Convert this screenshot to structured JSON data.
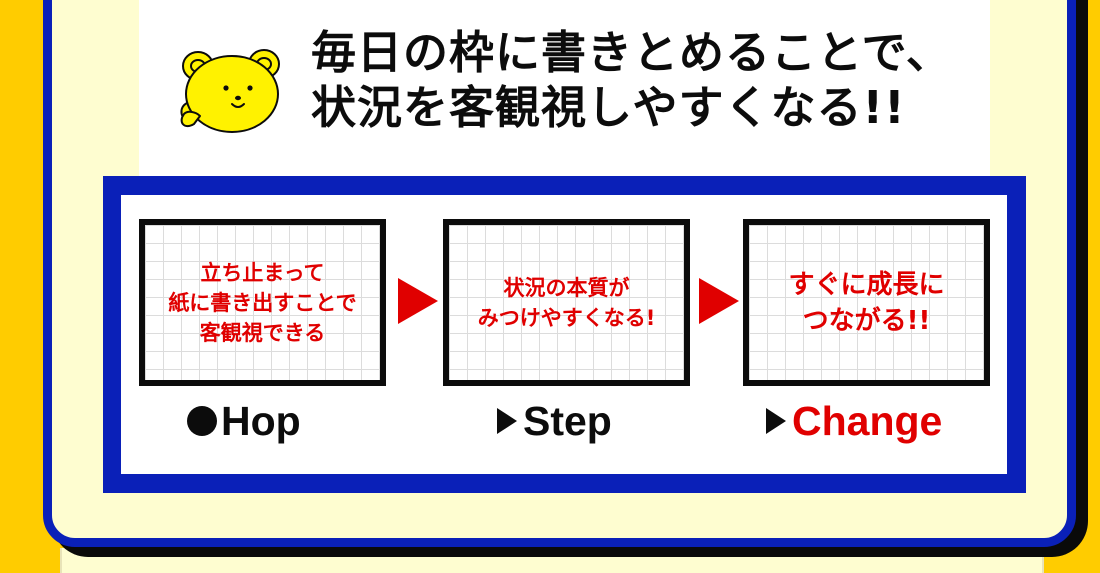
{
  "headline": {
    "line1": "毎日の枠に書きとめることで、",
    "line2": "状況を客観視しやすくなる!!"
  },
  "steps": [
    {
      "lines": [
        "立ち止まって",
        "紙に書き出すことで",
        "客観視できる"
      ],
      "stage_marker": "circle",
      "stage_label": "Hop"
    },
    {
      "lines": [
        "状況の本質が",
        "みつけやすくなる!"
      ],
      "stage_marker": "triangle",
      "stage_label": "Step"
    },
    {
      "lines": [
        "すぐに成長に",
        "つながる!!"
      ],
      "stage_marker": "triangle",
      "stage_label": "Change"
    }
  ],
  "icons": {
    "mascot": "bear-mascot-icon",
    "step_arrow": "triangle-right-icon",
    "hop_marker": "filled-circle-icon",
    "step_marker": "triangle-right-icon"
  },
  "colors": {
    "background": "#ffcc00",
    "panel": "#fefdd0",
    "frame_blue": "#0a20b8",
    "accent_red": "#e00000",
    "text_black": "#0c0c0c"
  }
}
